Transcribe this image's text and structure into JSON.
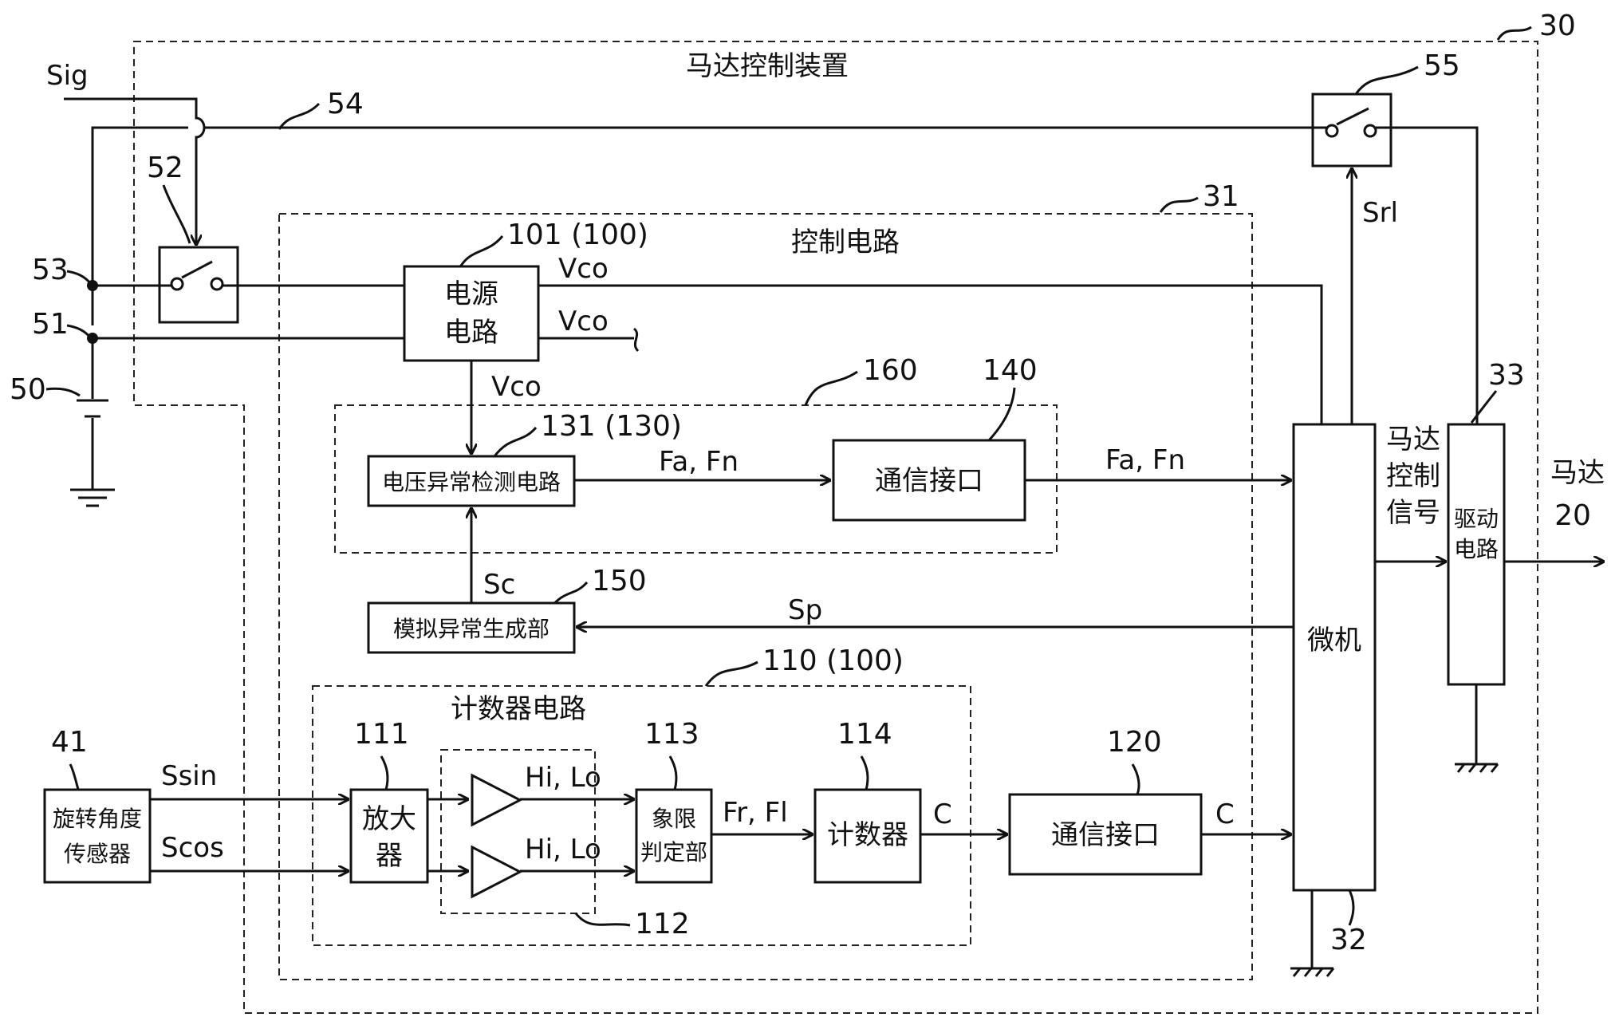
{
  "labels": {
    "device_title": "马达控制装置",
    "control_circuit_title": "控制电路",
    "counter_circuit_title": "计数器电路",
    "power_circuit": [
      "电源",
      "电路"
    ],
    "voltage_detect": "电压异常检测电路",
    "comm_interface_top": "通信接口",
    "comm_interface_bottom": "通信接口",
    "sim_abnormal": "模拟异常生成部",
    "microcomputer": "微机",
    "drive_circuit": [
      "驱动",
      "电路"
    ],
    "motor_signal": [
      "马达",
      "控制",
      "信号"
    ],
    "motor": [
      "马达",
      "20"
    ],
    "rotation_sensor": [
      "旋转角度",
      "传感器"
    ],
    "amplifier": [
      "放大",
      "器"
    ],
    "quadrant": [
      "象限",
      "判定部"
    ],
    "counter": "计数器"
  },
  "refs": {
    "r30": "30",
    "r31": "31",
    "r32": "32",
    "r33": "33",
    "r41": "41",
    "r50": "50",
    "r51": "51",
    "r52": "52",
    "r53": "53",
    "r54": "54",
    "r55": "55",
    "r101": "101 (100)",
    "r110": "110 (100)",
    "r111": "111",
    "r112": "112",
    "r113": "113",
    "r114": "114",
    "r120": "120",
    "r131": "131 (130)",
    "r140": "140",
    "r150": "150",
    "r160": "160"
  },
  "signals": {
    "sig": "Sig",
    "srl": "Srl",
    "vco1": "Vco",
    "vco2": "Vco",
    "vco3": "Vco",
    "fafn1": "Fa, Fn",
    "fafn2": "Fa, Fn",
    "sc": "Sc",
    "sp": "Sp",
    "ssin": "Ssin",
    "scos": "Scos",
    "hilo1": "Hi, Lo",
    "hilo2": "Hi, Lo",
    "frfl": "Fr, Fl",
    "c1": "C",
    "c2": "C"
  }
}
